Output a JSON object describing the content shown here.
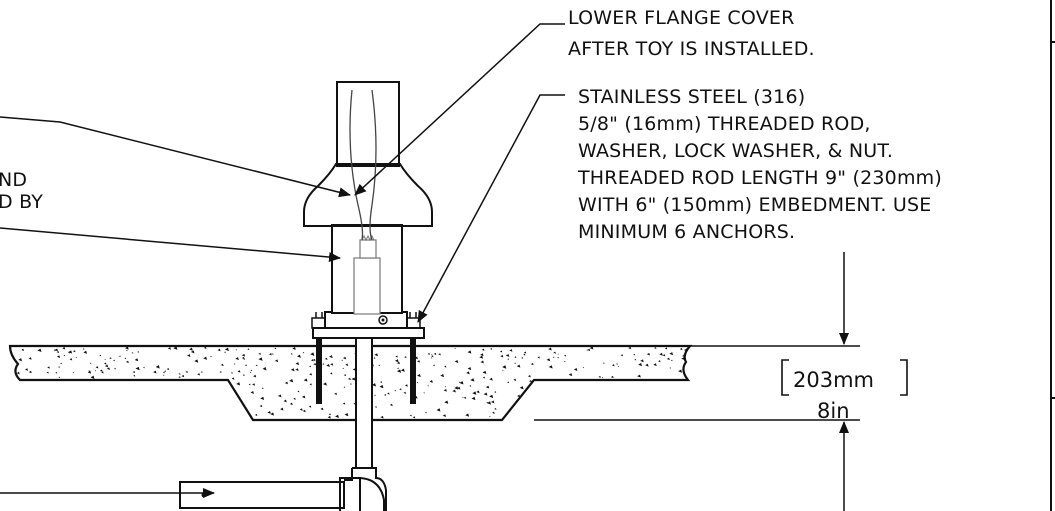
{
  "annotations": {
    "lower_flange_cover": [
      "LOWER FLANGE COVER",
      "AFTER TOY IS INSTALLED."
    ],
    "anchor_spec": [
      "STAINLESS STEEL (316)",
      "5/8\" (16mm) THREADED ROD,",
      "WASHER, LOCK WASHER, & NUT.",
      "THREADED ROD LENGTH 9\" (230mm)",
      "WITH 6\" (150mm) EMBEDMENT. USE",
      "MINIMUM 6 ANCHORS."
    ],
    "cut_off_left": [
      "ND",
      "D BY"
    ]
  },
  "dimension": {
    "metric": "203mm",
    "imperial": "8in"
  },
  "colors": {
    "line": "#111111",
    "background": "#ffffff"
  }
}
